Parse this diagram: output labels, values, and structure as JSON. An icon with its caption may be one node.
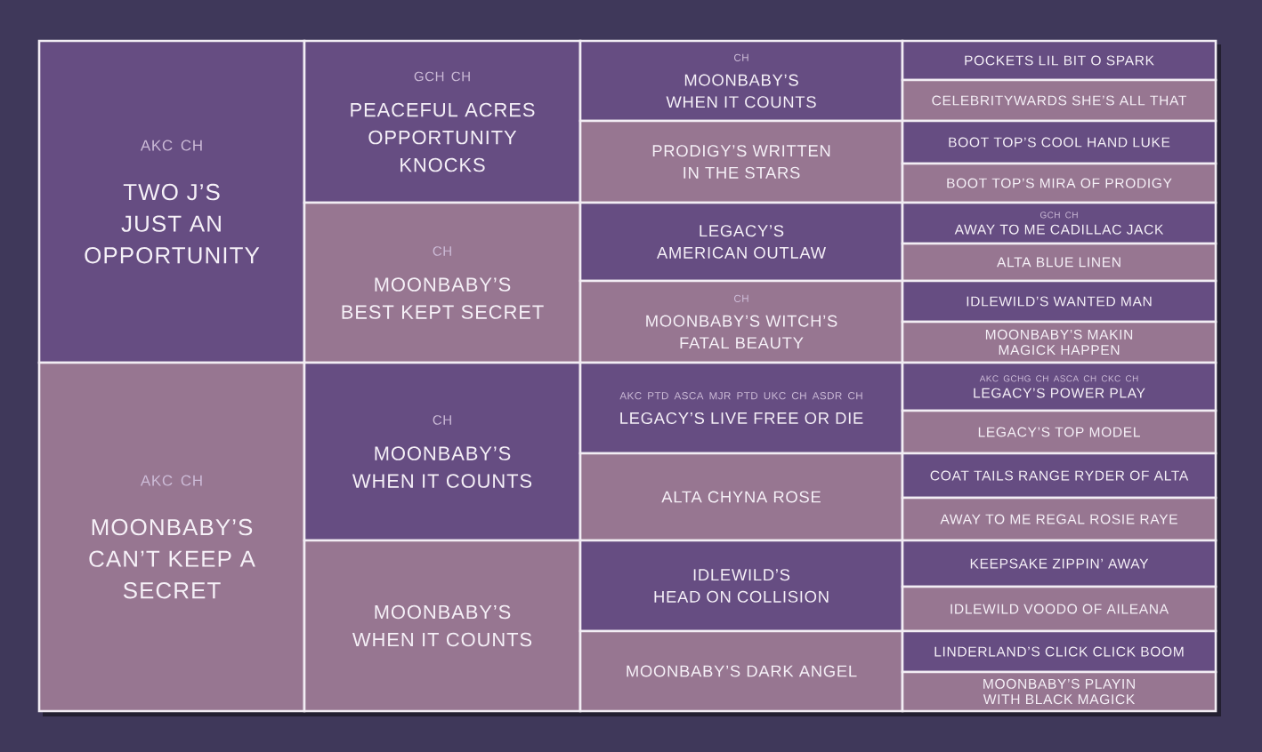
{
  "diagram": {
    "nodes": [
      {
        "text": [
          "AKC CH",
          "TWO J’S JUST AN OPPORTUNITY"
        ]
      },
      {
        "text": [
          "GCH CH",
          "PEACEFUL ACRES OPPORTUNITY KNOCKS"
        ]
      },
      {
        "text": [
          "CH",
          "MOONBABY’S WHEN IT COUNTS"
        ]
      },
      {
        "text": [
          "POCKETS LIL BIT O SPARK"
        ]
      },
      {
        "text": [
          "CELEBRITYWARDS SHE’S ALL THAT"
        ]
      },
      {
        "text": [
          "PRODIGY’S WRITTEN IN THE STARS"
        ]
      },
      {
        "text": [
          "BOOT TOP’S COOL HAND LUKE"
        ]
      },
      {
        "text": [
          "BOOT TOP’S MIRA OF PRODIGY"
        ]
      },
      {
        "text": [
          "CH",
          "MOONBABY’S BEST KEPT SECRET"
        ]
      },
      {
        "text": [
          "LEGACY’S AMERICAN OUTLAW"
        ]
      },
      {
        "text": [
          "GCH CH",
          "AWAY TO ME CADILLAC JACK"
        ]
      },
      {
        "text": [
          "ALTA BLUE LINEN"
        ]
      },
      {
        "text": [
          "CH",
          "MOONBABY’S WITCH’S FATAL BEAUTY"
        ]
      },
      {
        "text": [
          "IDLEWILD’S WANTED MAN"
        ]
      },
      {
        "text": [
          "MOONBABY’S MAKIN MAGICK HAPPEN"
        ]
      },
      {
        "text": [
          "AKC CH",
          "MOONBABY’S CAN’T KEEP A SECRET"
        ]
      },
      {
        "text": [
          "CH",
          "MOONBABY’S WHEN IT COUNTS"
        ]
      },
      {
        "text": [
          "AKC PTD ASCA MJR PTD UKC CH ASDR CH",
          "LEGACY’S LIVE FREE OR DIE"
        ]
      },
      {
        "text": [
          "AKC GCHG CH ASCA CH CKC CH",
          "LEGACY’S POWER PLAY"
        ]
      },
      {
        "text": [
          "LEGACY’S TOP MODEL"
        ]
      },
      {
        "text": [
          "ALTA CHYNA ROSE"
        ]
      },
      {
        "text": [
          "COAT TAILS RANGE RYDER OF ALTA"
        ]
      },
      {
        "text": [
          "AWAY TO ME REGAL ROSIE RAYE"
        ]
      },
      {
        "text": [
          "MOONBABY’S WHEN IT COUNTS"
        ]
      },
      {
        "text": [
          "IDLEWILD’S HEAD ON COLLISION"
        ]
      },
      {
        "text": [
          "KEEPSAKE ZIPPIN’ AWAY"
        ]
      },
      {
        "text": [
          "IDLEWILD VOODO OF AILEANA"
        ]
      },
      {
        "text": [
          "MOONBABY’S DARK ANGEL"
        ]
      },
      {
        "text": [
          "LINDERLAND’S CLICK CLICK BOOM"
        ]
      },
      {
        "text": [
          "MOONBABY’S PLAYIN WITH BLACK MAGICK"
        ]
      }
    ]
  }
}
